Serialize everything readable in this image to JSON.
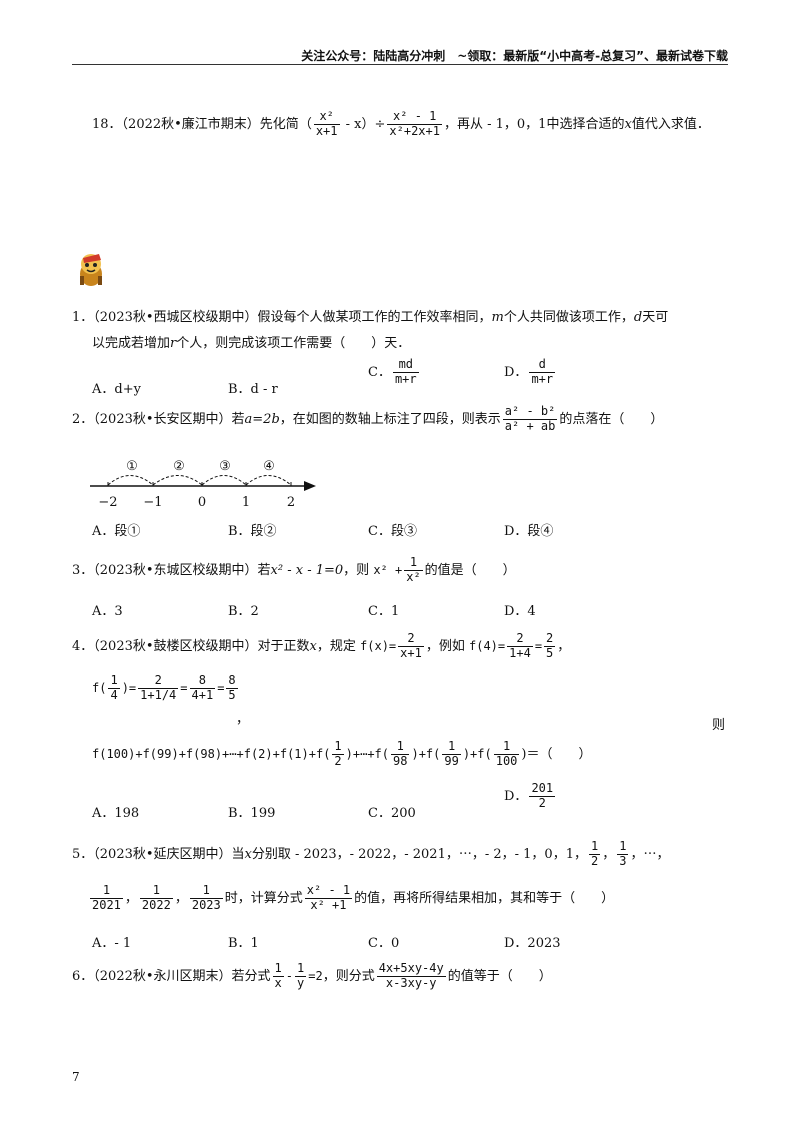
{
  "header": {
    "text": "关注公众号：陆陆高分冲刺　~领取：最新版“小中高考-总复习”、最新试卷下载"
  },
  "q18": {
    "num": "18．",
    "src": "（2022秋•廉江市期末）先化简",
    "f1_num": "x²",
    "f1_den": "x+1",
    "mid1": " - x）÷",
    "f2_num": "x² - 1",
    "f2_den": "x²+2x+1",
    "tail": "，再从 - 1，0，1中选择合适的",
    "var": "x",
    "tail2": "值代入求值．"
  },
  "q1": {
    "line1": "1．（2023秋•西城区校级期中）假设每个人做某项工作的工作效率相同，",
    "m": "m",
    "line1b": "个人共同做该项工作，",
    "d": "d",
    "line1c": "天可",
    "line2a": "以完成若增加",
    "r": "r",
    "line2b": "个人，则完成该项工作需要（　　）天．",
    "A": "A．d+y",
    "B": "B．d - r",
    "C_label": "C．",
    "C_num": "md",
    "C_den": "m+r",
    "D_label": "D．",
    "D_num": "d",
    "D_den": "m+r"
  },
  "q2": {
    "text1": "2．（2023秋•长安区期中）若",
    "cond": "a=2b",
    "text2": "，在如图的数轴上标注了四段，则表示",
    "f_num": "a² - b²",
    "f_den": "a² + ab",
    "text3": "的点落在（　　）",
    "seg_labels": [
      "①",
      "②",
      "③",
      "④"
    ],
    "ticks": [
      "−2",
      "−1",
      "0",
      "1",
      "2"
    ],
    "A": "A．段①",
    "B": "B．段②",
    "C": "C．段③",
    "D": "D．段④"
  },
  "q3": {
    "text1": "3．（2023秋•东城区校级期中）若",
    "cond": "x² - x - 1=0",
    "text2": "，则",
    "expr_a": "x² +",
    "f_num": "1",
    "f_den": "x²",
    "text3": "的值是（　　）",
    "A": "A．3",
    "B": "B．2",
    "C": "C．1",
    "D": "D．4"
  },
  "q4": {
    "text1": "4．（2023秋•鼓楼区校级期中）对于正数",
    "x": "x",
    "text2": "，规定",
    "def_lhs": "f(x)=",
    "def_num": "2",
    "def_den": "x+1",
    "text3": "，例如",
    "ex_lhs": "f(4)=",
    "ex_n1": "2",
    "ex_d1": "1+4",
    "ex_n2": "2",
    "ex_d2": "5",
    "ex2_lhs": "f(",
    "ex2_a_num": "1",
    "ex2_a_den": "4",
    "ex2_rp": ")=",
    "ex2_b_num": "2",
    "ex2_b_den": "1+1/4",
    "ex2_c_num": "8",
    "ex2_c_den": "4+1",
    "ex2_d_num": "8",
    "ex2_d_den": "5",
    "comma": "，",
    "ze": "则",
    "sum_part1": "f(100)+f(99)+f(98)+⋯+f(2)+f(1)+f(",
    "s_n1": "1",
    "s_d1": "2",
    "sum_part2": ")+⋯+f(",
    "s_n2": "1",
    "s_d2": "98",
    "sum_part3": ")+f(",
    "s_n3": "1",
    "s_d3": "99",
    "sum_part4": ")+f(",
    "s_n4": "1",
    "s_d4": "100",
    "sum_part5": ")＝（　　）",
    "A": "A．198",
    "B": "B．199",
    "C": "C．200",
    "D_label": "D．",
    "D_num": "201",
    "D_den": "2"
  },
  "q5": {
    "text1": "5．（2023秋•延庆区期中）当",
    "x": "x",
    "text2": "分别取 - 2023，- 2022，- 2021，⋯，- 2，- 1，0，1，",
    "f1n": "1",
    "f1d": "2",
    "f2n": "1",
    "f2d": "3",
    "ell": "，⋯，",
    "g1n": "1",
    "g1d": "2021",
    "g2n": "1",
    "g2d": "2022",
    "g3n": "1",
    "g3d": "2023",
    "text3": "时，计算分式",
    "en": "x² - 1",
    "ed": "x² +1",
    "text4": "的值，再将所得结果相加，其和等于（　　）",
    "A": "A．- 1",
    "B": "B．1",
    "C": "C．0",
    "D": "D．2023"
  },
  "q6": {
    "text1": "6．（2022秋•永川区期末）若分式",
    "a_n": "1",
    "a_d": "x",
    "minus": "-",
    "b_n": "1",
    "b_d": "y",
    "eq": "=2",
    "text2": "，则分式",
    "cn": "4x+5xy-4y",
    "cd": "x-3xy-y",
    "text3": "的值等于（　　）"
  },
  "page_number": "7"
}
